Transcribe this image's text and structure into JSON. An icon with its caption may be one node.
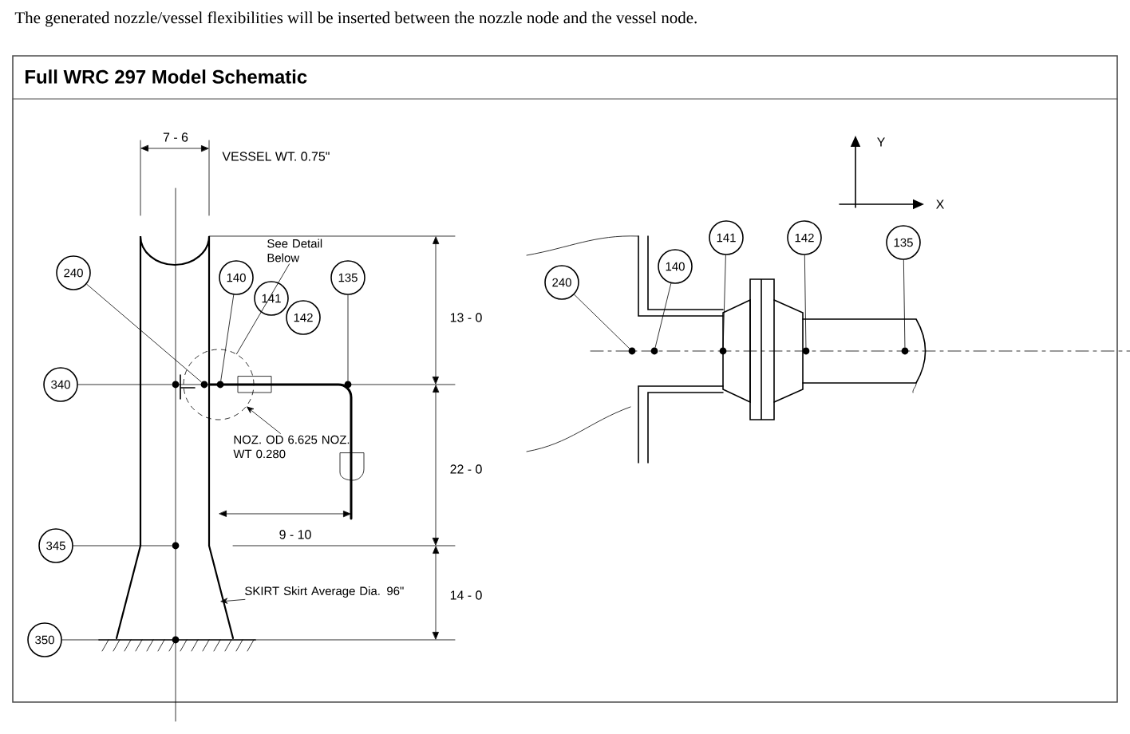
{
  "diagram": {
    "title": "Full WRC 297 Model Schematic",
    "caption": "The generated nozzle/vessel flexibilities will be inserted between the nozzle node and the vessel node.",
    "nodes": [
      {
        "text": [
          "240"
        ]
      },
      {
        "text": [
          "140"
        ]
      },
      {
        "text": [
          "141"
        ]
      },
      {
        "text": [
          "142"
        ]
      },
      {
        "text": [
          "135"
        ]
      },
      {
        "text": [
          "340"
        ]
      },
      {
        "text": [
          "345"
        ]
      },
      {
        "text": [
          "350"
        ]
      },
      {
        "text": [
          "See Detail Below"
        ]
      },
      {
        "text": [],
        "shape": "circle"
      },
      {
        "text": [
          "NOZ. OD 6.625 NOZ. WT 0.280"
        ]
      },
      {
        "text": [
          "SKIRT Skirt Average Dia. 96\""
        ]
      },
      {
        "text": [
          "240"
        ]
      },
      {
        "text": [
          "140"
        ]
      },
      {
        "text": [
          "141"
        ]
      },
      {
        "text": [
          "142"
        ]
      },
      {
        "text": [
          "135"
        ]
      },
      {
        "text": [],
        "shape": "circle"
      },
      {
        "text": [],
        "shape": "circle",
        "in": 9
      },
      {
        "text": [],
        "shape": "circle",
        "in": 9
      },
      {
        "text": [],
        "shape": "circle"
      },
      {
        "text": [],
        "shape": "circle"
      },
      {
        "text": [],
        "shape": "circle"
      },
      {
        "text": [],
        "shape": "circle"
      },
      {
        "text": [],
        "shape": "circle"
      },
      {
        "text": [],
        "shape": "circle"
      },
      {
        "text": [],
        "shape": "circle"
      }
    ],
    "edges": [
      {
        "from": 0,
        "to": 18,
        "arrow": "none"
      },
      {
        "from": 1,
        "to": 19,
        "arrow": "none"
      },
      {
        "from": 4,
        "to": 20,
        "arrow": "none"
      },
      {
        "from": 5,
        "to": 17,
        "arrow": "none"
      },
      {
        "from": 6,
        "to": 21,
        "arrow": "none"
      },
      {
        "from": 7,
        "to": null,
        "arrow": "none"
      },
      {
        "from": 8,
        "to": 9,
        "arrow": "none"
      },
      {
        "from": 10,
        "to": 9,
        "arrow": "to"
      },
      {
        "from": 11,
        "to": null,
        "arrow": "to"
      },
      {
        "from": 12,
        "to": 22,
        "arrow": "none"
      },
      {
        "from": 13,
        "to": 23,
        "arrow": "none"
      },
      {
        "from": 14,
        "to": 24,
        "arrow": "none"
      },
      {
        "from": 15,
        "to": 25,
        "arrow": "none"
      },
      {
        "from": 16,
        "to": 26,
        "arrow": "none"
      }
    ],
    "labels": [
      "7 - 6",
      "VESSEL WT. 0.75\"",
      "13 - 0",
      "22 - 0",
      "9 - 10",
      "14 - 0",
      "Y",
      "X"
    ]
  }
}
